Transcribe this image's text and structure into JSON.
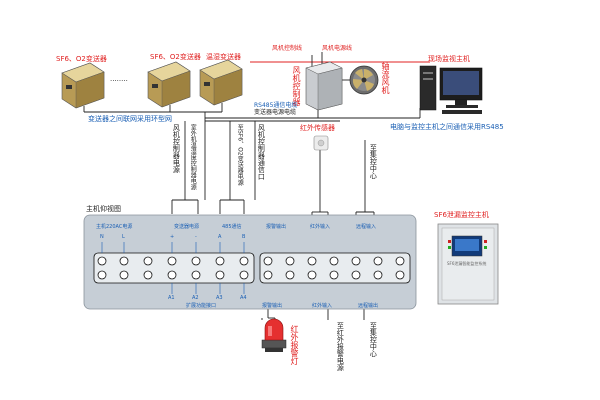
{
  "devices": {
    "transmitter1_label": "SF6、O2变送器",
    "transmitter2_label": "SF6、O2变送器",
    "transmitter3_label": "温湿变送器",
    "dots": "........",
    "network_note": "变送器之间联网采用环型网"
  },
  "fan": {
    "control_line_label": "风机控制线",
    "power_line_label": "风机电源线",
    "controller_label": "风机控制器",
    "fan_label": "轴流风机"
  },
  "computer": {
    "title": "现场监视主机",
    "note": "电脑与监控主机之间通信采用RS485"
  },
  "bus": {
    "rs485_label": "RS485通信电缆",
    "power_cable_label": "变送器电源电缆"
  },
  "infrared": {
    "sensor_label": "红外传感器",
    "alarm_label": "红外报警灯"
  },
  "vertical_labels": {
    "v1": "风机控制器电源",
    "v2": "室外机温湿度控制器电源",
    "v3": "至SF6、O2变送器电源",
    "v4": "风机控制器通信口",
    "v5": "至集控中心",
    "v6": "至红外报警电源",
    "v7": "至集控中心"
  },
  "host": {
    "title": "主机仰视图",
    "top_labels": [
      "主机220AC电源",
      "变送器电源",
      "485通信",
      "报警输出",
      "红外输入",
      "远程输入"
    ],
    "pin_labels": [
      "N",
      "L",
      "+",
      "-",
      "A",
      "B"
    ],
    "bottom_labels": [
      "A1",
      "A2",
      "A3",
      "A4"
    ],
    "bottom_sub": "扩展功能接口",
    "bottom_right_labels": [
      "报警输出",
      "红外输入",
      "远程输出"
    ]
  },
  "main_unit": {
    "title": "SF6泄漏监控主机",
    "caption": "SF6泄漏智能监控系统"
  },
  "colors": {
    "line": "#222222",
    "red": "#e02020",
    "blue": "#1a5fb4",
    "panel_bg": "#d7dde3",
    "device_body": "#cdb67a"
  }
}
